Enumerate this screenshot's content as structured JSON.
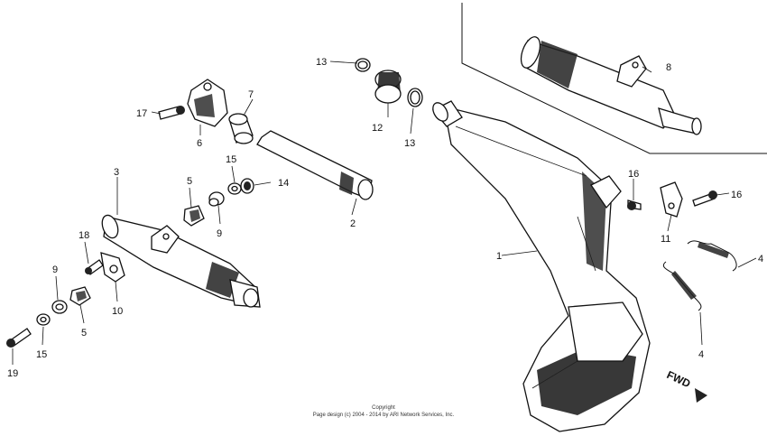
{
  "callouts": [
    {
      "id": "c1",
      "text": "1"
    },
    {
      "id": "c2",
      "text": "2"
    },
    {
      "id": "c3",
      "text": "3"
    },
    {
      "id": "c4a",
      "text": "4"
    },
    {
      "id": "c4b",
      "text": "4"
    },
    {
      "id": "c5a",
      "text": "5"
    },
    {
      "id": "c5b",
      "text": "5"
    },
    {
      "id": "c6",
      "text": "6"
    },
    {
      "id": "c7",
      "text": "7"
    },
    {
      "id": "c8",
      "text": "8"
    },
    {
      "id": "c9a",
      "text": "9"
    },
    {
      "id": "c9b",
      "text": "9"
    },
    {
      "id": "c10",
      "text": "10"
    },
    {
      "id": "c11",
      "text": "11"
    },
    {
      "id": "c12",
      "text": "12"
    },
    {
      "id": "c13a",
      "text": "13"
    },
    {
      "id": "c13b",
      "text": "13"
    },
    {
      "id": "c14",
      "text": "14"
    },
    {
      "id": "c15a",
      "text": "15"
    },
    {
      "id": "c15b",
      "text": "15"
    },
    {
      "id": "c16a",
      "text": "16"
    },
    {
      "id": "c16b",
      "text": "16"
    },
    {
      "id": "c17",
      "text": "17"
    },
    {
      "id": "c18",
      "text": "18"
    },
    {
      "id": "c19",
      "text": "19"
    }
  ],
  "direction_label": "FWD",
  "copyright": {
    "line1": "Copyright",
    "line2": "Page design (c) 2004 - 2014 by ARI Network Services, Inc."
  }
}
